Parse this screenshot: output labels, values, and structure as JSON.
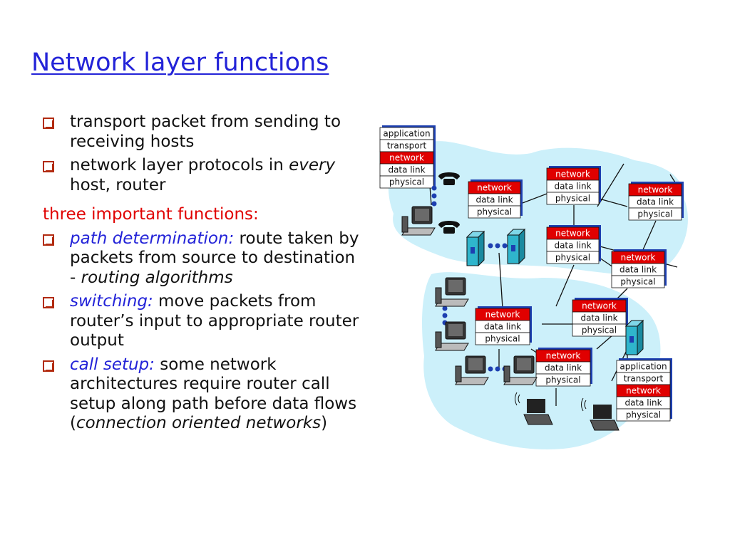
{
  "title": "Network layer functions",
  "bullets_top": [
    {
      "text": "transport packet from sending to receiving hosts"
    },
    {
      "pre": "network layer protocols in ",
      "em": "every",
      "post": " host, router"
    }
  ],
  "section_heading": "three important functions:",
  "functions": [
    {
      "term": "path determination:",
      "text1": " route taken by packets from source to destination - ",
      "em": "routing algorithms",
      "text2": ""
    },
    {
      "term": "switching:",
      "text1": " move packets from router’s input to appropriate router output",
      "em": "",
      "text2": ""
    },
    {
      "term": "call setup:",
      "text1": " some network architectures require router call setup along path before data flows (",
      "em": "connection oriented networks",
      "text2": ")"
    }
  ],
  "diagram": {
    "stack_full": [
      "application",
      "transport",
      "network",
      "data link",
      "physical"
    ],
    "stack_router": [
      "network",
      "data link",
      "physical"
    ],
    "colors": {
      "network_layer": "#e00000",
      "cloud": "#ccf0fa",
      "box_shadow": "#1d3fb0",
      "title": "#2323d8",
      "bullet": "#b22b10"
    }
  }
}
